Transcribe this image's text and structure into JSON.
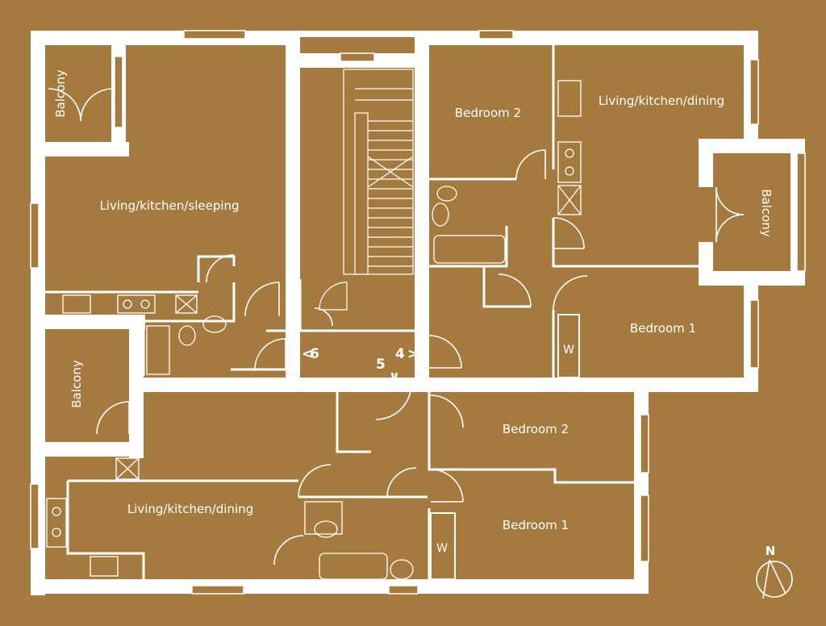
{
  "colors": {
    "background": "#a57a3e",
    "lines": "#ffffff"
  },
  "rooms": {
    "flat6_balcony": "Balcony",
    "flat6_living": "Living/kitchen/sleeping",
    "flat4_bedroom2": "Bedroom 2",
    "flat4_living": "Living/kitchen/dining",
    "flat4_balcony": "Balcony",
    "flat4_bedroom1": "Bedroom 1",
    "flat5_balcony": "Balcony",
    "flat5_living": "Living/kitchen/dining",
    "flat5_bedroom2": "Bedroom 2",
    "flat5_bedroom1": "Bedroom 1"
  },
  "wardrobes": {
    "flat4": "W",
    "flat5": "W"
  },
  "units": {
    "six": {
      "arrow": "<",
      "number": "6"
    },
    "four": {
      "number": "4",
      "arrow": ">"
    },
    "five": {
      "number": "5",
      "arrow": "∨"
    }
  },
  "compass": {
    "label": "N",
    "icon": "north-arrow-icon"
  }
}
